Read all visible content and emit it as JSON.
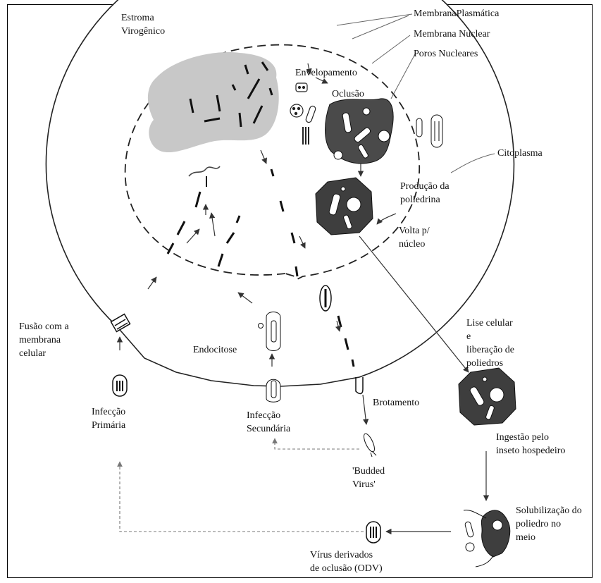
{
  "labels": {
    "estroma": "Estroma\nVirogênico",
    "membrana_plasmatica": "MembranaPlasmática",
    "membrana_nuclear": "Membrana Nuclear",
    "poros_nucleares": "Poros Nucleares",
    "envelopamento": "Envelopamento",
    "oclusao": "Oclusão",
    "citoplasma": "Citoplasma",
    "producao_poliedrina": "Produção da\npoliedrina",
    "volta_nucleo": "Volta p/\nnúcleo",
    "fusao": "Fusão com a\nmembrana\ncelular",
    "endocitose": "Endocitose",
    "lise": "Lise celular\ne\nliberação de\npoliedros",
    "infeccao_primaria": "Infecção\nPrimária",
    "infeccao_secundaria": "Infecção\nSecundária",
    "brotamento": "Brotamento",
    "budded_virus": "'Budded\nVirus'",
    "ingestao": "Ingestão pelo\ninseto hospedeiro",
    "solubilizacao": "Solubilização do\npoliedro no\nmeio",
    "odv": "Vírus derivados\nde oclusão (ODV)"
  },
  "colors": {
    "outline": "#222222",
    "stroma": "#c8c8c8",
    "polyhedron": "#4a4a4a",
    "dashed_arrow": "#9a9a9a"
  }
}
